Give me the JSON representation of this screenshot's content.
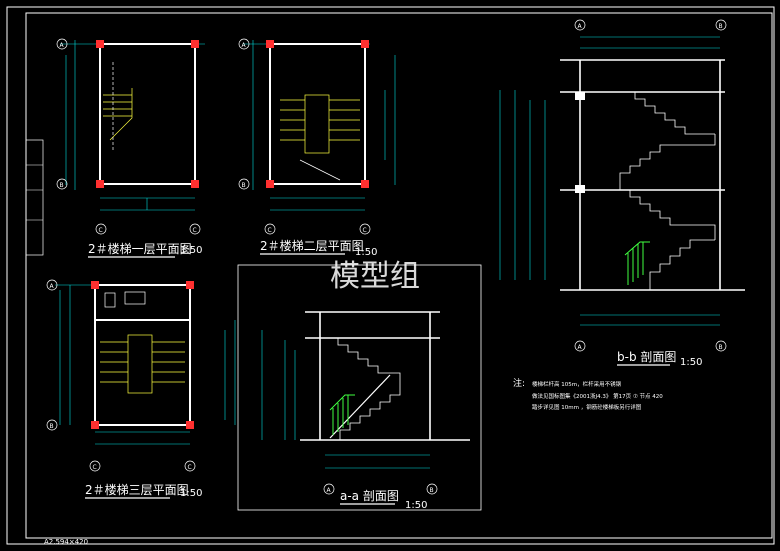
{
  "watermark": "模型组",
  "sheet_size": "A2.594×420",
  "plans": {
    "first_floor": {
      "title": "2＃楼梯一层平面图",
      "scale": "1:50"
    },
    "second_floor": {
      "title": "2＃楼梯二层平面图",
      "scale": "1:50"
    },
    "third_floor": {
      "title": "2＃楼梯三层平面图",
      "scale": "1:50"
    }
  },
  "sections": {
    "a_a": {
      "title": "a-a 剖面图",
      "scale": "1:50"
    },
    "b_b": {
      "title": "b-b 剖面图",
      "scale": "1:50"
    }
  },
  "axis_labels": [
    "A",
    "B",
    "C"
  ],
  "notes": {
    "label": "注:",
    "line1": "楼梯栏杆高  105m，栏杆采用不锈钢",
    "line2": "做法见国标图集《2001浙J4.3》  第17页 ⑦ 节点 420",
    "line3": "踏步详见图  10mm ，钢筋砼楼梯板另行详图"
  },
  "colors": {
    "background": "#000000",
    "frame": "#ffffff",
    "wall": "#ffffff",
    "column": "#ff3030",
    "dimension": "#00e0e0",
    "stair": "#ffff40",
    "text": "#ffffff",
    "rail": "#40ff40"
  }
}
